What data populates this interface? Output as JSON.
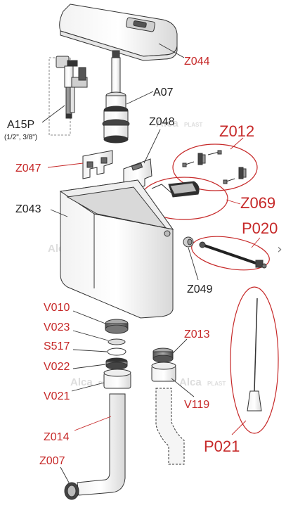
{
  "labels": {
    "Z044": "Z044",
    "A07": "A07",
    "A15P": "A15P",
    "A15P_sub": "(1/2\", 3/8\")",
    "Z048": "Z048",
    "Z012": "Z012",
    "Z047": "Z047",
    "Z043": "Z043",
    "Z069": "Z069",
    "P020": "P020",
    "Z049": "Z049",
    "V010": "V010",
    "V023": "V023",
    "S517": "S517",
    "V022": "V022",
    "V021": "V021",
    "Z013": "Z013",
    "V119": "V119",
    "Z014": "Z014",
    "Z007": "Z007",
    "P021": "P021"
  },
  "watermark": {
    "brand": "Alca",
    "suffix": "PLAST"
  },
  "nav": {
    "next_glyph": "›"
  },
  "colors": {
    "label_red": "#c62828",
    "label_black": "#222222",
    "line": "#333333"
  }
}
